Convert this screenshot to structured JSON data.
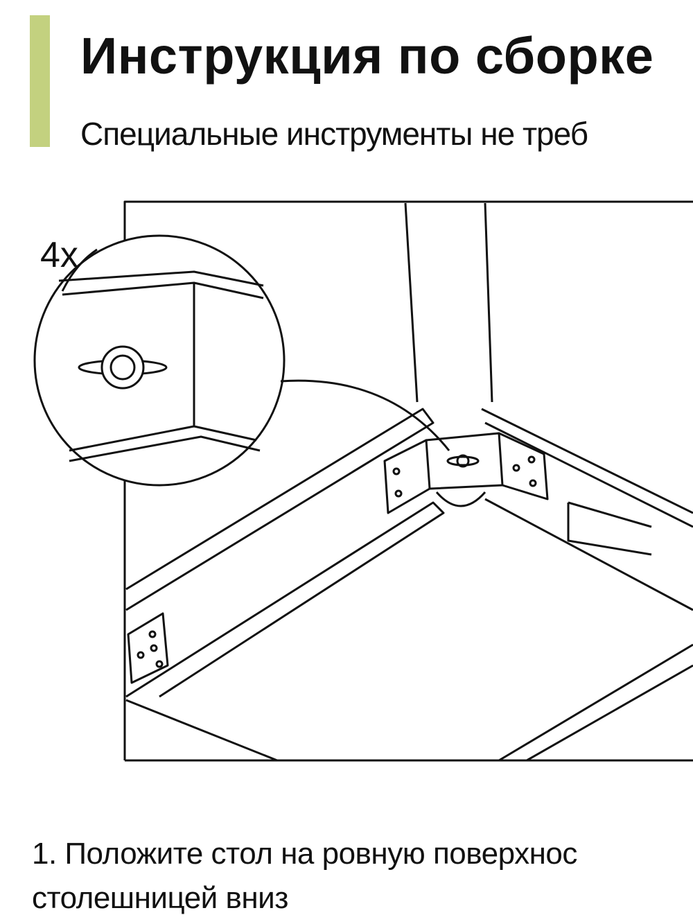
{
  "header": {
    "title": "Инструкция по сборке",
    "subtitle": "Специальные инструменты не треб",
    "accent_color": "#c3d17f"
  },
  "illustration": {
    "quantity_label": "4x",
    "detail_icon": "wing-nut-bracket-icon"
  },
  "steps": [
    {
      "line1": "1. Положите стол на ровную поверхнос",
      "line2": "столешницей вниз"
    }
  ]
}
